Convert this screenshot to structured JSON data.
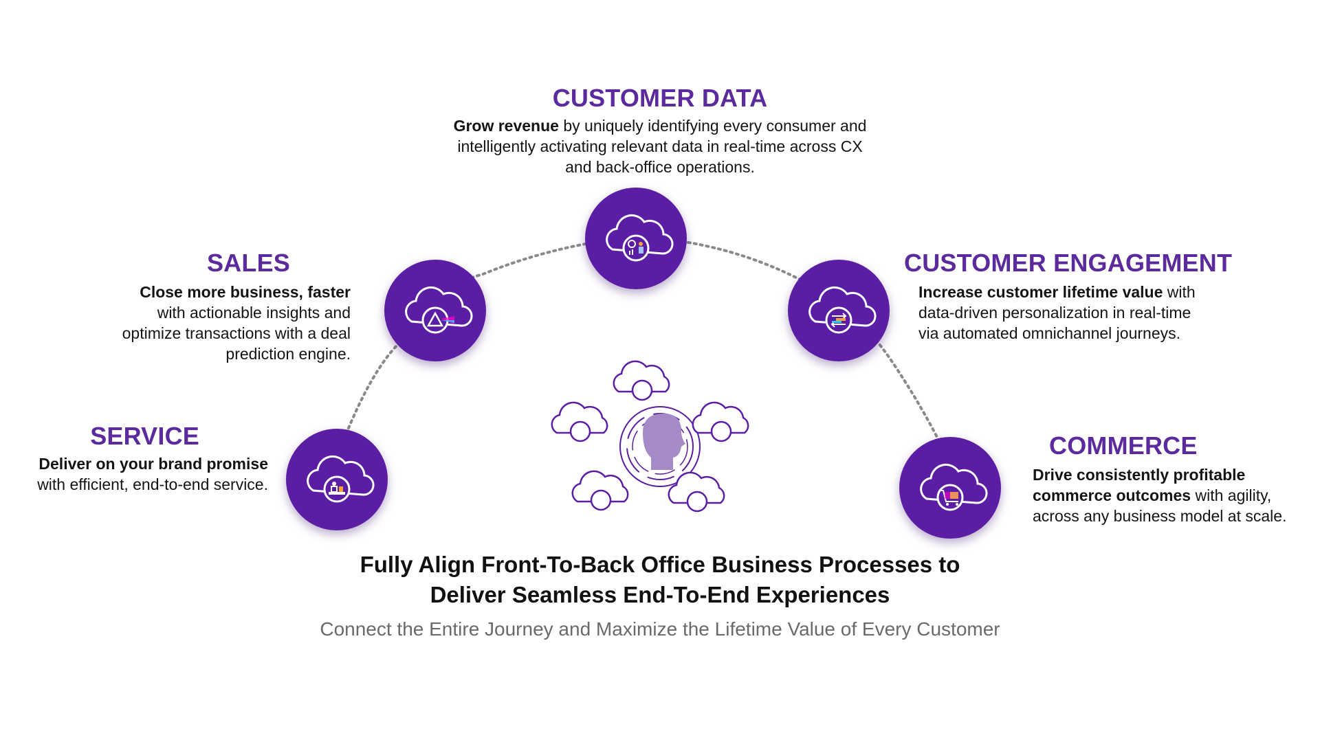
{
  "colors": {
    "accent": "#5b1da3",
    "heading": "#5b2a9c",
    "subtitle": "#6a6a6a"
  },
  "sections": {
    "customer_data": {
      "title": "CUSTOMER DATA",
      "bold": "Grow revenue",
      "line1_rest": " by uniquely identifying every consumer and",
      "line2": "intelligently activating relevant data in real-time across CX",
      "line3": "and back-office operations.",
      "icon": "cloud-analytics-icon"
    },
    "sales": {
      "title": "SALES",
      "bold": "Close more business, faster",
      "line2": "with actionable insights and",
      "line3": "optimize transactions with a deal",
      "line4": "prediction engine.",
      "icon": "cloud-prism-icon"
    },
    "customer_engagement": {
      "title": "CUSTOMER ENGAGEMENT",
      "bold": "Increase customer lifetime value",
      "line1_rest": " with",
      "line2": "data-driven personalization in real-time",
      "line3": "via  automated omnichannel journeys.",
      "icon": "cloud-exchange-icon"
    },
    "service": {
      "title": "SERVICE",
      "bold": "Deliver on your brand promise",
      "line2": "with efficient, end-to-end service.",
      "icon": "cloud-service-agent-icon"
    },
    "commerce": {
      "title": "COMMERCE",
      "bold1": "Drive consistently profitable",
      "bold2": "commerce outcomes",
      "line2_rest": " with agility,",
      "line3": "across any business model at scale.",
      "icon": "cloud-cart-icon"
    }
  },
  "center_hub": {
    "icon": "head-with-clouds-icon"
  },
  "footer": {
    "title_line1": "Fully Align Front-To-Back Office Business Processes to",
    "title_line2": "Deliver Seamless End-To-End Experiences",
    "subtitle": "Connect the Entire Journey and Maximize the Lifetime Value of Every Customer"
  }
}
